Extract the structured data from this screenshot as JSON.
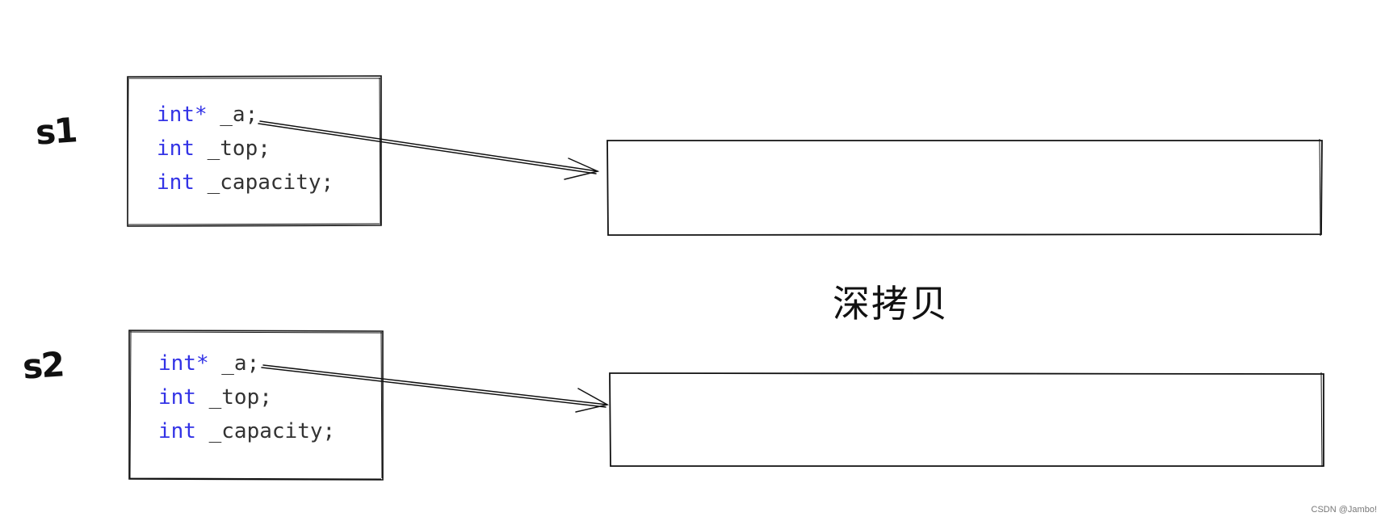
{
  "objects": [
    {
      "label": "s1",
      "fields": [
        {
          "type": "int*",
          "name": " _a;"
        },
        {
          "type": "int",
          "name": " _top;"
        },
        {
          "type": "int",
          "name": " _capacity;"
        }
      ]
    },
    {
      "label": "s2",
      "fields": [
        {
          "type": "int*",
          "name": " _a;"
        },
        {
          "type": "int",
          "name": " _top;"
        },
        {
          "type": "int",
          "name": " _capacity;"
        }
      ]
    }
  ],
  "caption": "深拷贝",
  "watermark": "CSDN @Jambo!",
  "colors": {
    "keyword": "#3333e6",
    "text": "#333333",
    "stroke": "#111111"
  }
}
